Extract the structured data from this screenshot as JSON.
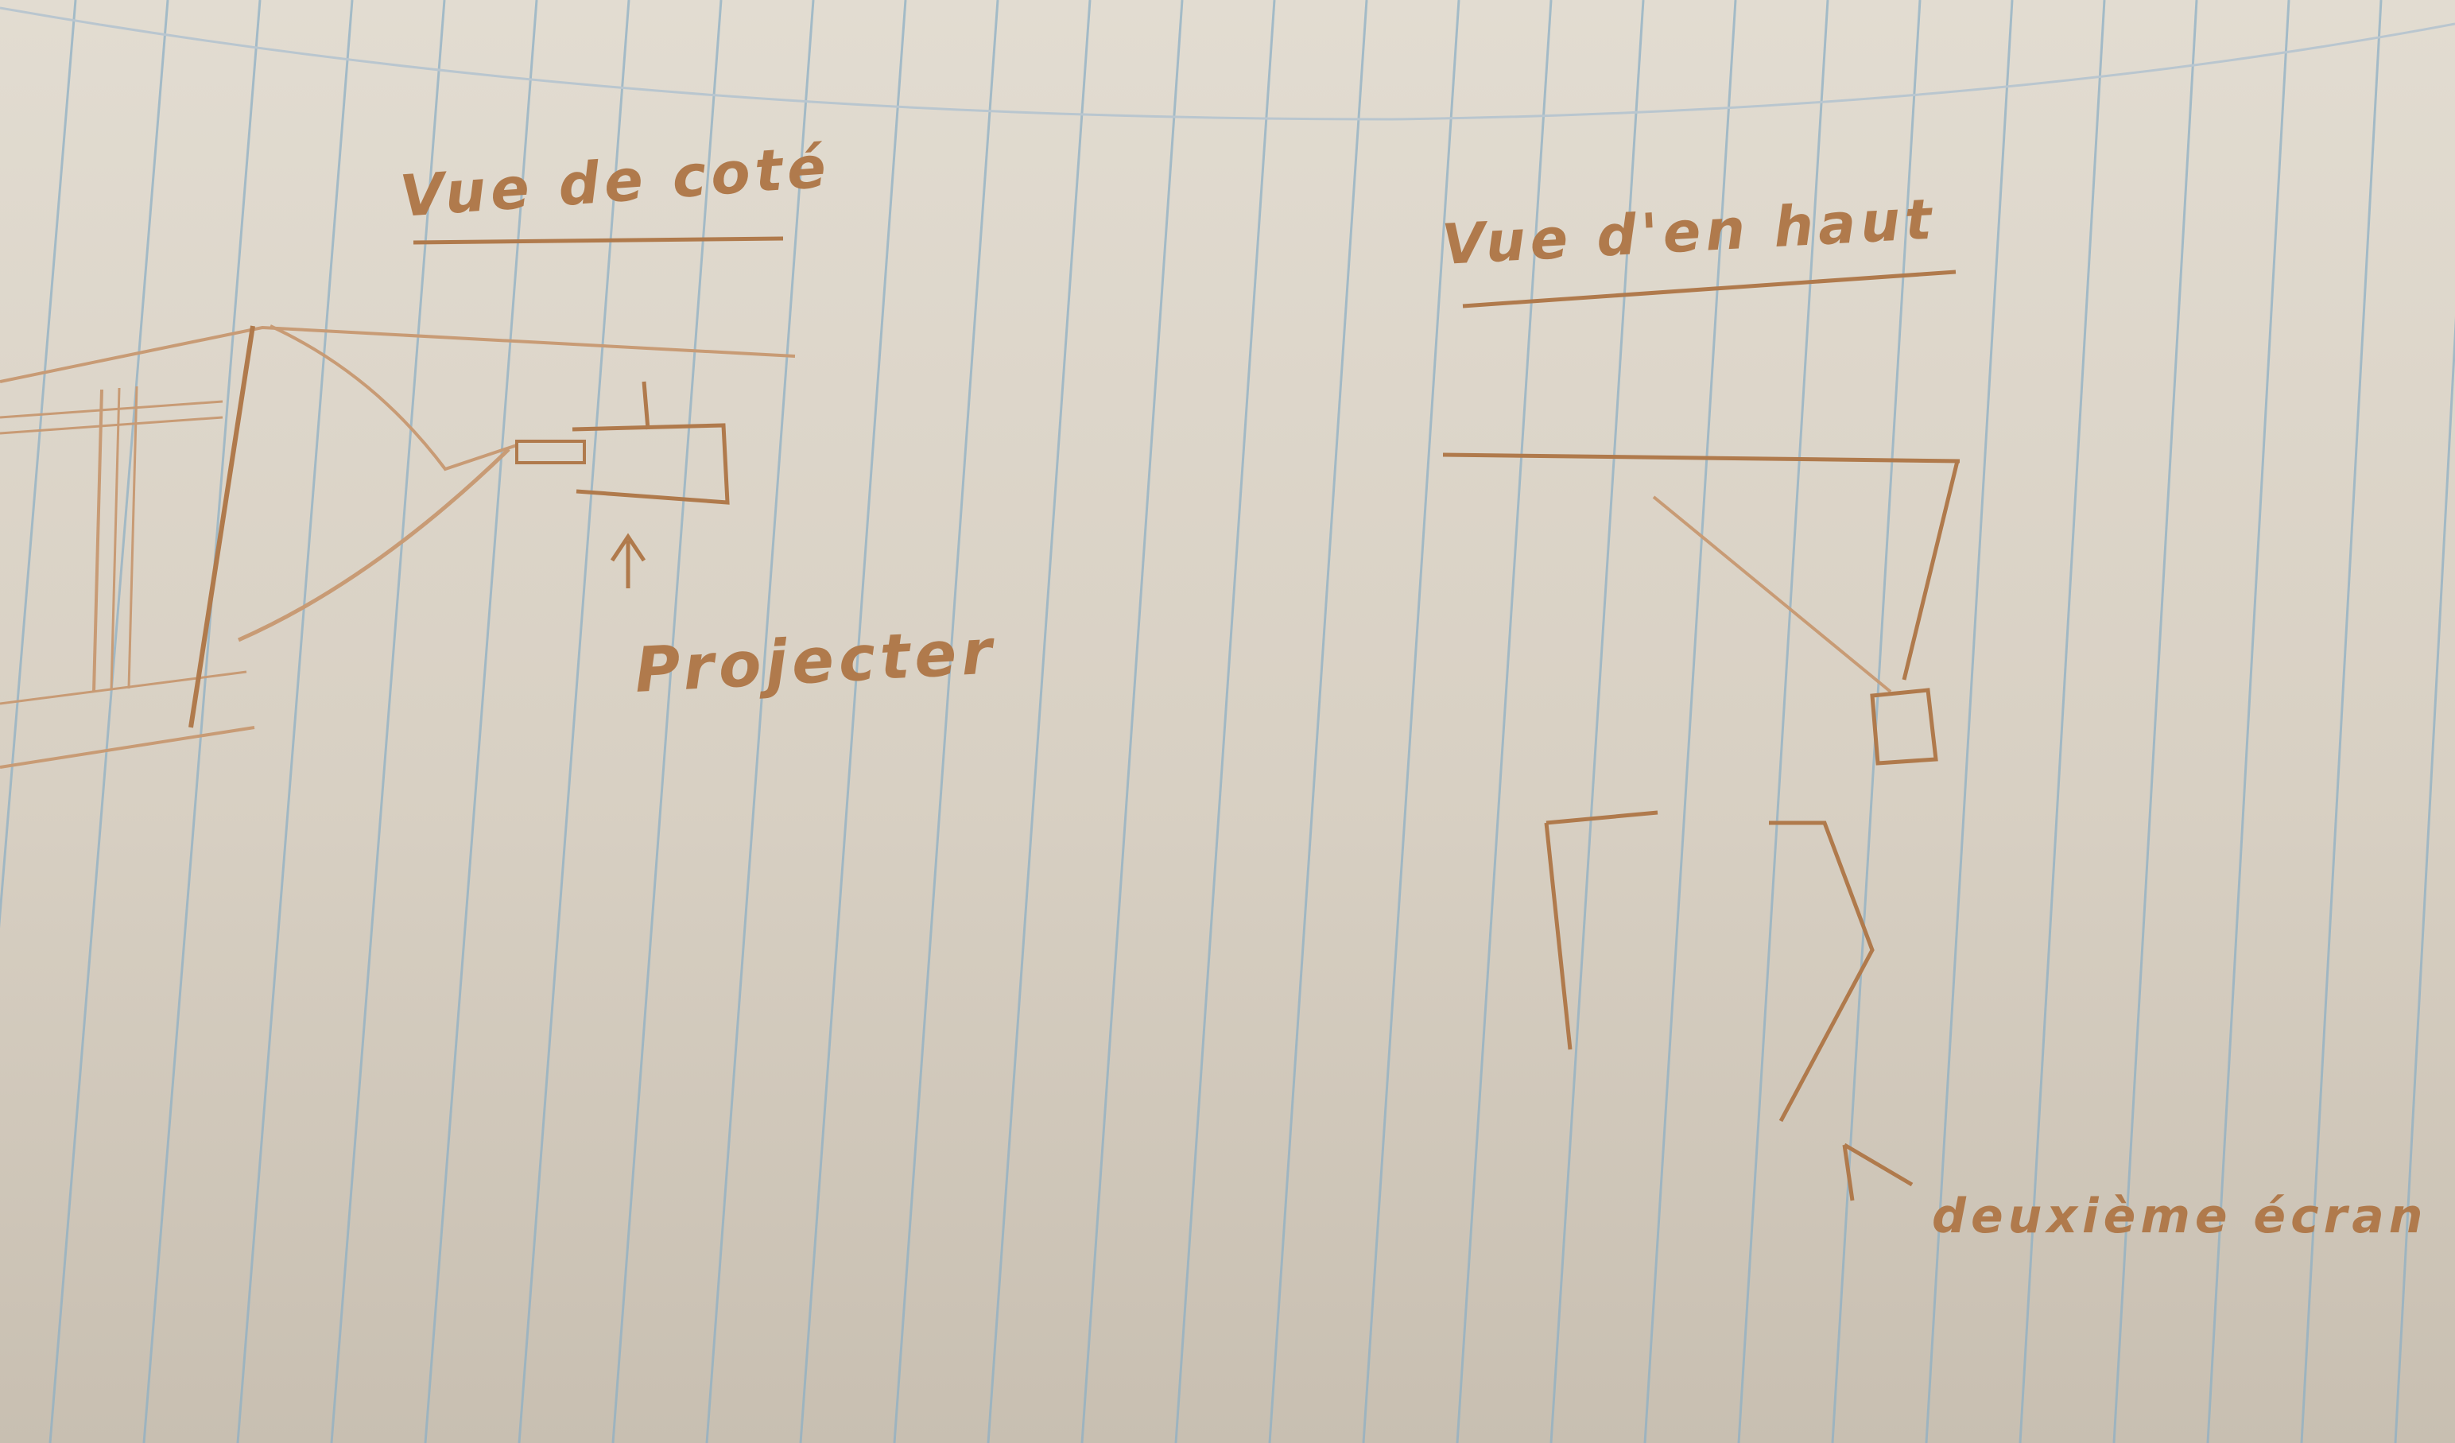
{
  "colors": {
    "paper": "#dcd6ca",
    "paper_shadow": "#c9c1b3",
    "rule_line": "#8fb0c4",
    "ink": "#b07a4c",
    "ink_faint": "#c89b75"
  },
  "side_view": {
    "title": "Vue de coté",
    "projector_label": "Projecter"
  },
  "top_view": {
    "title": "Vue d'en haut",
    "second_screen_label": "deuxième écran"
  }
}
